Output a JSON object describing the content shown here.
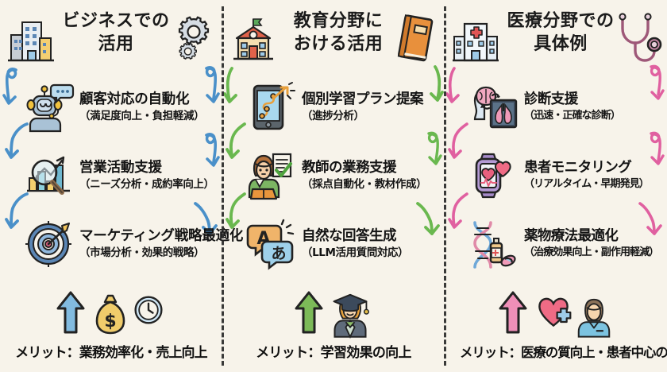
{
  "background_color": "#f7f3ea",
  "columns": [
    {
      "id": "business",
      "accent": "#9fd3ec",
      "title_line1": "ビジネスでの",
      "title_line2": "活用",
      "header_icon": "office-building-icon",
      "header_icon2": "gears-icon",
      "items": [
        {
          "icon": "robot-headset-icon",
          "main": "顧客対応の自動化",
          "sub": "（満足度向上・負担軽減）"
        },
        {
          "icon": "magnifier-bar-chart-icon",
          "main": "営業活動支援",
          "sub": "（ニーズ分析・成約率向上）"
        },
        {
          "icon": "target-arrow-icon",
          "main": "マーケティング戦略最適化",
          "sub": "（市場分析・効果的戦略）"
        }
      ],
      "merit_icons": [
        "up-arrow-icon",
        "money-bag-icon",
        "clock-icon"
      ],
      "merit": "メリット：業務効率化・売上向上"
    },
    {
      "id": "education",
      "accent": "#b3dd94",
      "title_line1": "教育分野に",
      "title_line2": "おける活用",
      "header_icon": "school-building-icon",
      "header_icon2": "book-icon",
      "items": [
        {
          "icon": "tablet-learning-path-icon",
          "main": "個別学習プラン提案",
          "sub": "（進捗分析）"
        },
        {
          "icon": "teacher-checklist-icon",
          "main": "教師の業務支援",
          "sub": "（採点自動化・教材作成）"
        },
        {
          "icon": "speech-bubbles-icon",
          "main": "自然な回答生成",
          "sub": "（LLM活用質問対応）"
        }
      ],
      "merit_icons": [
        "up-arrow-icon",
        "graduate-student-icon"
      ],
      "merit": "メリット：学習効果の向上"
    },
    {
      "id": "medical",
      "accent": "#f2a3cb",
      "title_line1": "医療分野での",
      "title_line2": "具体例",
      "header_icon": "hospital-building-icon",
      "header_icon2": "stethoscope-icon",
      "items": [
        {
          "icon": "brain-xray-icon",
          "main": "診断支援",
          "sub": "（迅速・正確な診断）"
        },
        {
          "icon": "smartwatch-heartrate-icon",
          "main": "患者モニタリング",
          "sub": "（リアルタイム・早期発見）"
        },
        {
          "icon": "dna-medicine-icon",
          "main": "薬物療法最適化",
          "sub": "（治療効果向上・副作用軽減）"
        }
      ],
      "merit_icons": [
        "up-arrow-icon",
        "heart-plus-icon",
        "doctor-icon"
      ],
      "merit": "メリット：医療の質向上・患者中心の医療"
    }
  ]
}
